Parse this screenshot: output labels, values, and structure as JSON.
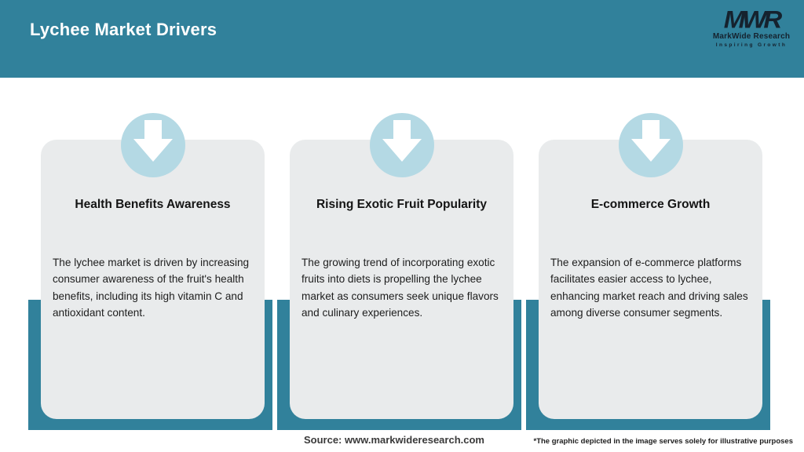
{
  "header": {
    "title": "Lychee Market Drivers",
    "logo": {
      "monogram": "MWR",
      "name": "MarkWide Research",
      "tagline": "Inspiring Growth"
    }
  },
  "cards": [
    {
      "icon": "down-arrow-icon",
      "title": "Health Benefits Awareness",
      "description": "The lychee market is driven by increasing consumer awareness of the fruit's health benefits, including its high vitamin C and antioxidant content."
    },
    {
      "icon": "down-arrow-icon",
      "title": "Rising Exotic Fruit Popularity",
      "description": "The growing trend of incorporating exotic fruits into diets is propelling the lychee market as consumers seek unique flavors and culinary experiences."
    },
    {
      "icon": "down-arrow-icon",
      "title": "E-commerce Growth",
      "description": "The expansion of e-commerce platforms facilitates easier access to lychee, enhancing market reach and driving sales among diverse consumer segments."
    }
  ],
  "footer": {
    "source": "Source: www.markwideresearch.com",
    "disclaimer": "*The graphic depicted in the image serves solely for illustrative purposes"
  },
  "colors": {
    "header_teal": "#31819B",
    "accent_teal": "#31819B",
    "card_background": "#E9EBEC",
    "circle_blue": "#B4D9E4",
    "title_text": "#141414",
    "body_text": "#1D1D1D"
  }
}
